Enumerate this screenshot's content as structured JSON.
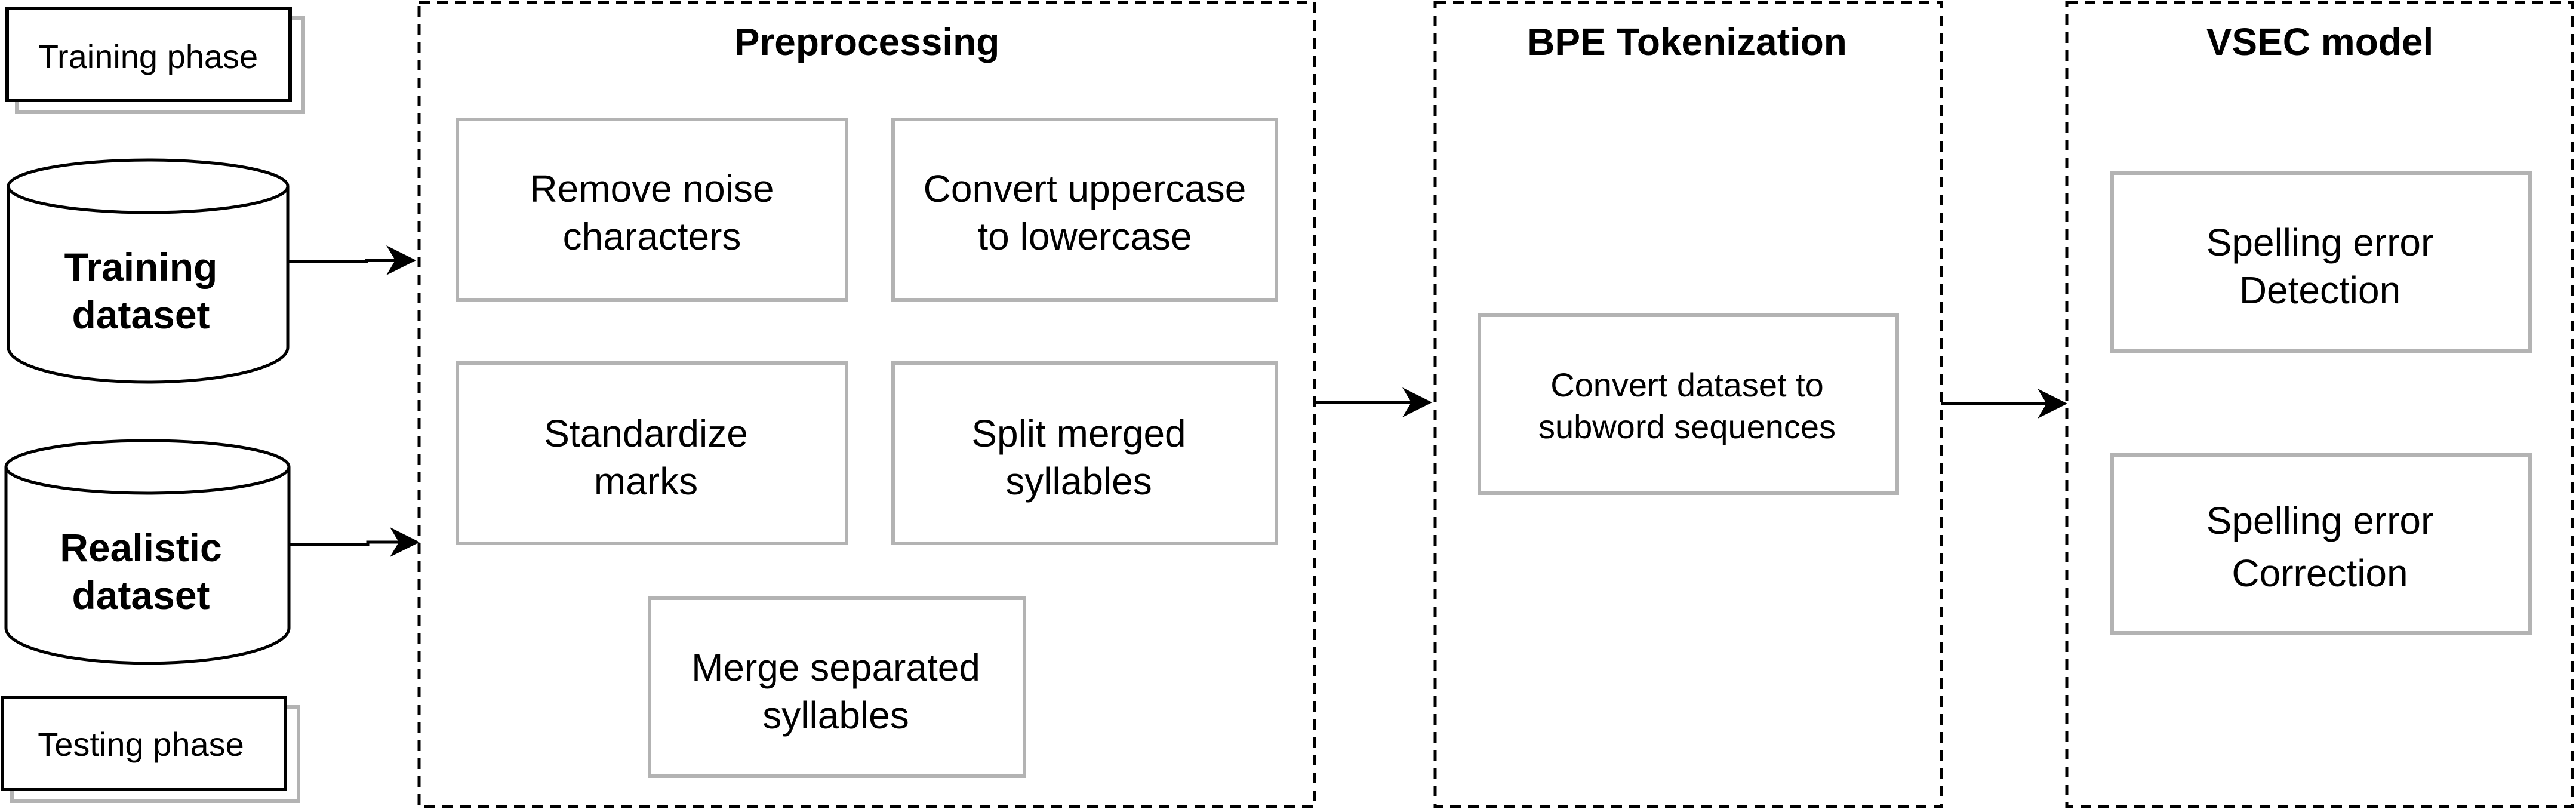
{
  "legend": {
    "training": "Training phase",
    "testing": "Testing phase"
  },
  "datasets": {
    "training": [
      "Training",
      "dataset"
    ],
    "realistic": [
      "Realistic",
      "dataset"
    ]
  },
  "preprocessing": {
    "title": "Preprocessing",
    "steps": [
      [
        "Remove noise",
        "characters"
      ],
      [
        "Convert uppercase",
        "to lowercase"
      ],
      [
        "Standardize",
        "marks"
      ],
      [
        "Split merged",
        "syllables"
      ],
      [
        "Merge separated",
        "syllables"
      ]
    ]
  },
  "bpe": {
    "title": "BPE Tokenization",
    "step": [
      "Convert dataset to",
      "subword sequences"
    ]
  },
  "vsec": {
    "title": "VSEC model",
    "steps": [
      [
        "Spelling error",
        "Detection"
      ],
      [
        "Spelling error",
        "Correction"
      ]
    ]
  }
}
